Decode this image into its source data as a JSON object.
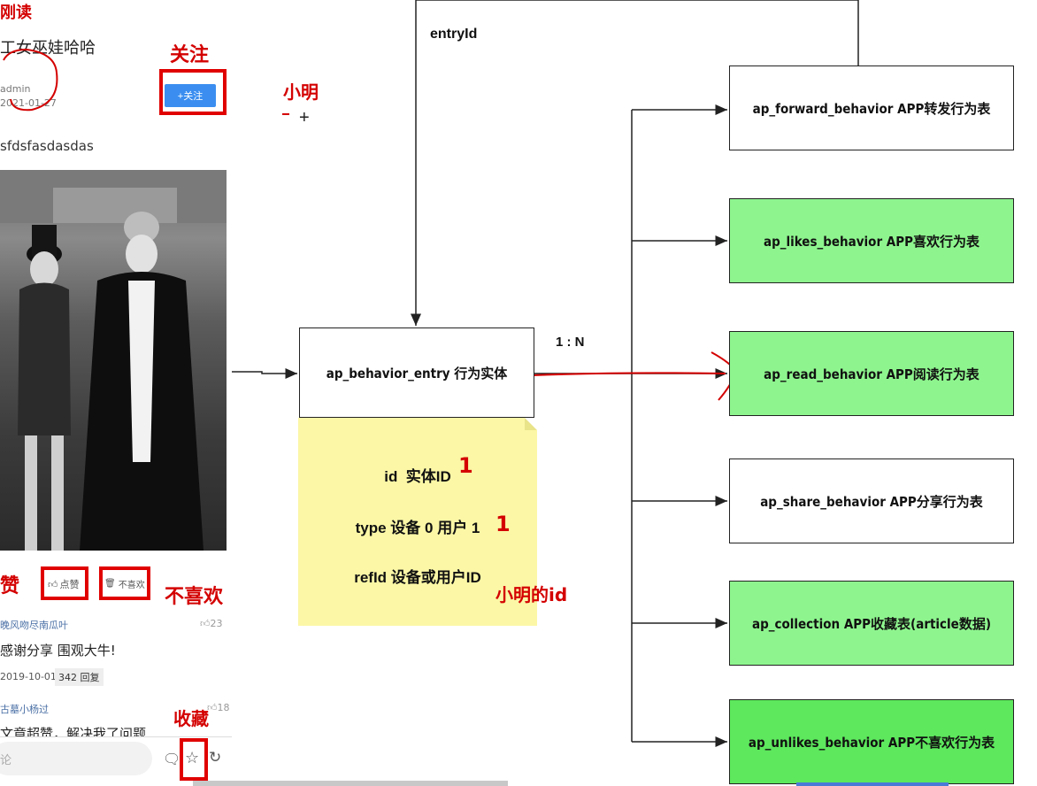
{
  "app": {
    "category_partial": "刚读",
    "author_name": "工女巫娃哈哈",
    "follow_button": "+关注",
    "user_name": "admin",
    "date": "2021-01-27",
    "content": "sfdsfasdasdas",
    "like_button": "点赞",
    "dislike_button": "不喜欢",
    "comment1_user": "晚风吻尽南瓜叶",
    "comment1_likes": "23",
    "comment1_text": "感谢分享 围观大牛!",
    "comment1_date": "2019-10-01 ·",
    "comment1_replies": "342 回复",
    "comment2_user": "古墓小杨过",
    "comment2_likes": "18",
    "comment2_text": "文章超赞，解决我了问题",
    "comment_input_placeholder": "论"
  },
  "annotations": {
    "follow": "关注",
    "xiaoming": "小明",
    "like": "赞",
    "dislike": "不喜欢",
    "collect": "收藏",
    "xiaoming_id": "小明的id",
    "one_a": "1",
    "one_b": "1"
  },
  "diagram": {
    "entry_edge_label": "entryId",
    "cardinality": "1 : N",
    "entity_box": "ap_behavior_entry 行为实体",
    "note": {
      "id_label": "id",
      "id_value": "实体ID",
      "type_line": "type  设备 0   用户  1",
      "ref_label": "refId  设备或用户ID"
    },
    "tables": [
      {
        "label": "ap_forward_behavior   APP转发行为表",
        "color": "#ffffff"
      },
      {
        "label": "ap_likes_behavior  APP喜欢行为表",
        "color": "#8ef58e"
      },
      {
        "label": "ap_read_behavior  APP阅读行为表",
        "color": "#8ef58e"
      },
      {
        "label": "ap_share_behavior  APP分享行为表",
        "color": "#ffffff"
      },
      {
        "label": "ap_collection APP收藏表(article数据)",
        "color": "#8ef58e"
      },
      {
        "label": "ap_unlikes_behavior  APP不喜欢行为表",
        "color": "#5de85d"
      }
    ]
  }
}
